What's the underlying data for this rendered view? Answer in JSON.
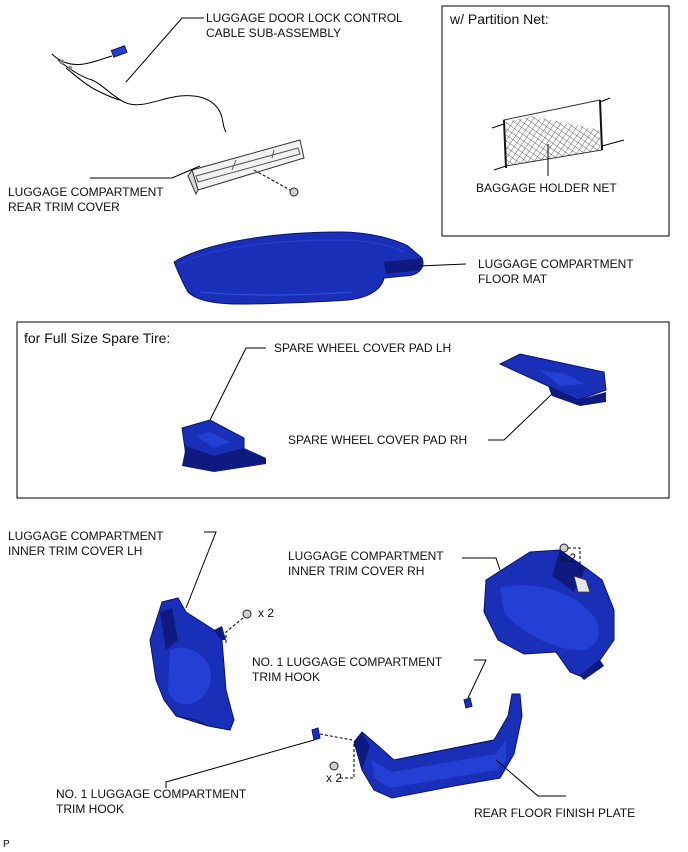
{
  "parts": {
    "cable": [
      "LUGGAGE DOOR LOCK CONTROL",
      "CABLE SUB-ASSEMBLY"
    ],
    "rear_trim": [
      "LUGGAGE COMPARTMENT",
      "REAR TRIM COVER"
    ],
    "floor_mat": [
      "LUGGAGE COMPARTMENT",
      "FLOOR MAT"
    ],
    "baggage_net": "BAGGAGE HOLDER NET",
    "pad_lh": "SPARE WHEEL COVER PAD LH",
    "pad_rh": "SPARE WHEEL COVER PAD RH",
    "inner_lh": [
      "LUGGAGE COMPARTMENT",
      "INNER TRIM COVER LH"
    ],
    "inner_rh": [
      "LUGGAGE COMPARTMENT",
      "INNER TRIM COVER RH"
    ],
    "hook_upper": [
      "NO. 1 LUGGAGE COMPARTMENT",
      "TRIM HOOK"
    ],
    "hook_lower": [
      "NO. 1 LUGGAGE COMPARTMENT",
      "TRIM HOOK"
    ],
    "finish_plate": "REAR FLOOR FINISH PLATE"
  },
  "boxes": {
    "partition": "w/ Partition Net:",
    "spare": "for Full Size Spare Tire:"
  },
  "counts": {
    "lh_clips": "x 2",
    "rh_clips": "x 2",
    "plate_clips": "x 2"
  },
  "corner_mark": "P"
}
